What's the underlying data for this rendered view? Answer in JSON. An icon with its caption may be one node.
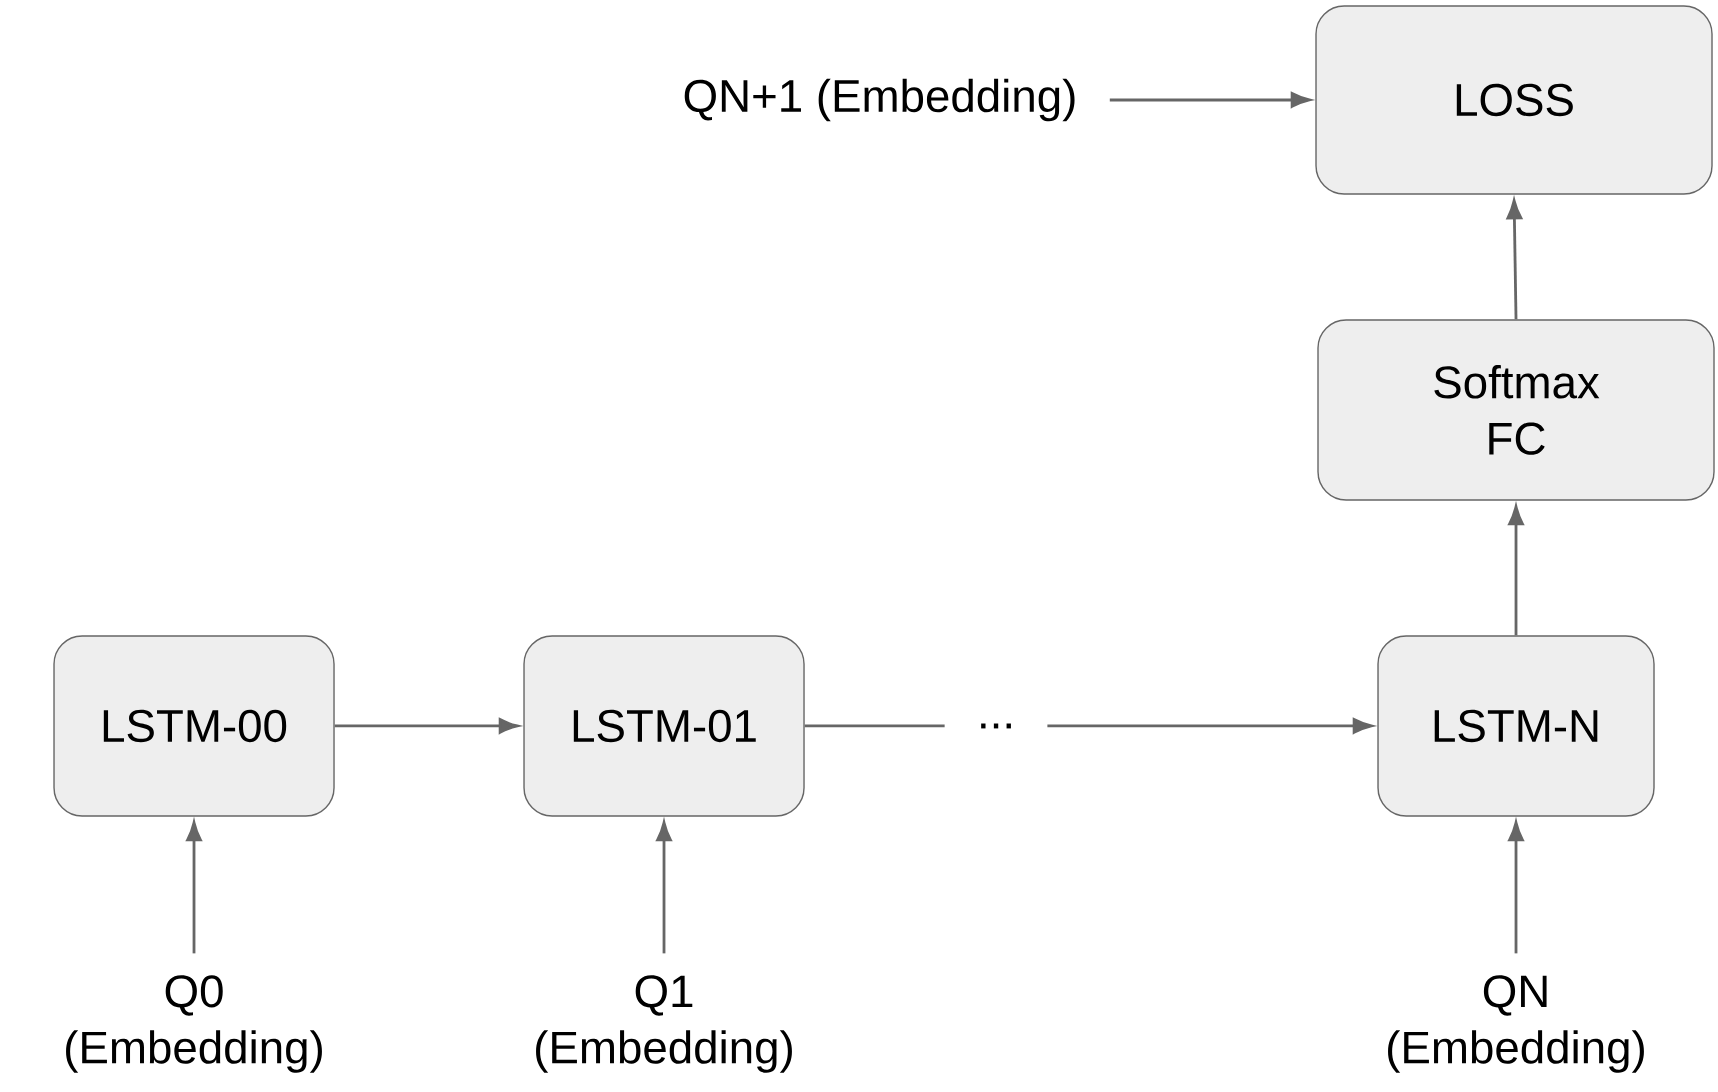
{
  "diagram": {
    "nodes": [
      {
        "text": [
          "LOSS"
        ]
      },
      {
        "text": [
          "QN+1 (Embedding)"
        ]
      },
      {
        "text": [
          "Softmax FC"
        ]
      },
      {
        "text": [
          "LSTM-00"
        ]
      },
      {
        "text": [
          "LSTM-01"
        ]
      },
      {
        "text": [
          "..."
        ]
      },
      {
        "text": [
          "LSTM-N"
        ]
      },
      {
        "text": [
          "Q0 (Embedding)"
        ]
      },
      {
        "text": [
          "Q1 (Embedding)"
        ]
      },
      {
        "text": [
          "QN (Embedding)"
        ]
      }
    ],
    "edges": [
      {
        "from": 1,
        "to": 0,
        "arrow": "to"
      },
      {
        "from": 2,
        "to": 0,
        "arrow": "to"
      },
      {
        "from": 6,
        "to": 2,
        "arrow": "to"
      },
      {
        "from": 3,
        "to": 4,
        "arrow": "to"
      },
      {
        "from": 4,
        "to": 5,
        "arrow": "none"
      },
      {
        "from": 5,
        "to": 6,
        "arrow": "to"
      },
      {
        "from": 7,
        "to": 3,
        "arrow": "to"
      },
      {
        "from": 8,
        "to": 4,
        "arrow": "to"
      },
      {
        "from": 9,
        "to": 6,
        "arrow": "to"
      }
    ]
  }
}
